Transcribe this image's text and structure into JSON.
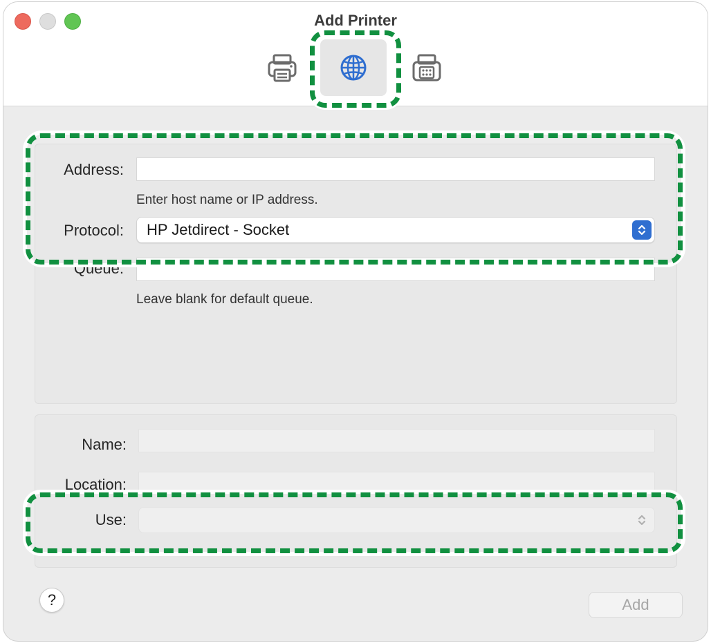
{
  "window": {
    "title": "Add Printer"
  },
  "toolbar": {
    "items": [
      {
        "name": "default",
        "icon": "printer-icon",
        "selected": false
      },
      {
        "name": "ip",
        "icon": "globe-icon",
        "selected": true
      },
      {
        "name": "windows",
        "icon": "fax-printer-icon",
        "selected": false
      }
    ]
  },
  "form": {
    "address_label": "Address:",
    "address_value": "",
    "address_hint": "Enter host name or IP address.",
    "protocol_label": "Protocol:",
    "protocol_value": "HP Jetdirect - Socket",
    "queue_label": "Queue:",
    "queue_value": "",
    "queue_hint": "Leave blank for default queue.",
    "name_label": "Name:",
    "name_value": "",
    "location_label": "Location:",
    "location_value": "",
    "use_label": "Use:",
    "use_value": ""
  },
  "footer": {
    "help_label": "?",
    "add_label": "Add"
  },
  "colors": {
    "highlight": "#119040",
    "accent": "#2f6ed0"
  }
}
